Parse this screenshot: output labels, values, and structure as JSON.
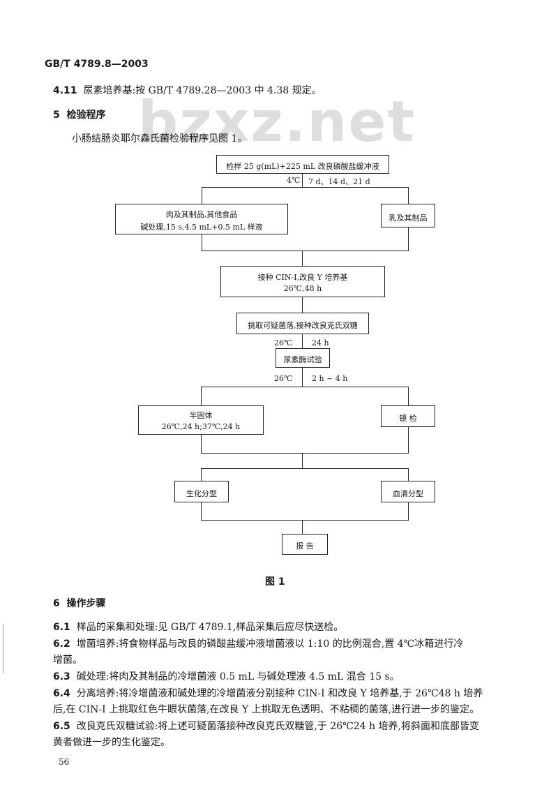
{
  "header": {
    "standard_code": "GB/T 4789.8—2003"
  },
  "watermark": "bzxz.net",
  "sections": {
    "s4_11": {
      "num": "4.11",
      "text": "尿素培养基:按 GB/T 4789.28—2003 中 4.38 规定。"
    },
    "s5": {
      "num": "5",
      "title": "检验程序"
    },
    "s5_intro": "小肠结肠炎耶尔森氏菌检验程序见图 1。",
    "s6": {
      "num": "6",
      "title": "操作步骤"
    },
    "s6_1": {
      "num": "6.1",
      "text": "样品的采集和处理:见 GB/T 4789.1,样品采集后应尽快送检。"
    },
    "s6_2": {
      "num": "6.2",
      "text": "增菌培养:将食物样品与改良的磷酸盐缓冲液增菌液以 1:10 的比例混合,置 4℃冰箱进行冷",
      "cont": "增菌。"
    },
    "s6_3": {
      "num": "6.3",
      "text": "碱处理:将肉及其制品的冷增菌液 0.5 mL 与碱处理液 4.5 mL 混合 15 s。"
    },
    "s6_4": {
      "num": "6.4",
      "text": "分离培养:将冷增菌液和碱处理的冷增菌液分别接种 CIN-I 和改良 Y 培养基,于 26℃48 h 培养",
      "cont": "后,在 CIN-I 上挑取红色牛眼状菌落,在改良 Y 上挑取无色透明、不粘稠的菌落,进行进一步的鉴定。"
    },
    "s6_5": {
      "num": "6.5",
      "text": "改良克氏双糖试验:将上述可疑菌落接种改良克氏双糖管,于 26℃24 h 培养,将斜面和底部皆变",
      "cont": "黄者做进一步的生化鉴定。"
    }
  },
  "flowchart": {
    "sample": "检样 25 g(mL)+225 mL 改良磷酸盐缓冲液",
    "cond1_left": "4℃",
    "cond1_right": "7 d、14 d、21 d",
    "meat_line1": "肉及其制品,其他食品",
    "meat_line2": "碱处理,15 s,4.5 mL+0.5 mL 样液",
    "milk": "乳及其制品",
    "inoc_line1": "接种 CIN-I,改良 Y 培养基",
    "inoc_line2": "26℃,48 h",
    "pick": "挑取可疑菌落,接种改良克氏双糖",
    "cond2_left": "26℃",
    "cond2_right": "24 h",
    "urea": "尿素酶试验",
    "cond3_left": "26℃",
    "cond3_right": "2 h ~ 4 h",
    "semisolid_line1": "半固体",
    "semisolid_line2": "26℃,24 h;37℃,24 h",
    "microscopy": "镜  检",
    "biochem": "生化分型",
    "serotype": "血清分型",
    "report": "报  告"
  },
  "figure_caption": "图 1",
  "page_number": "56"
}
